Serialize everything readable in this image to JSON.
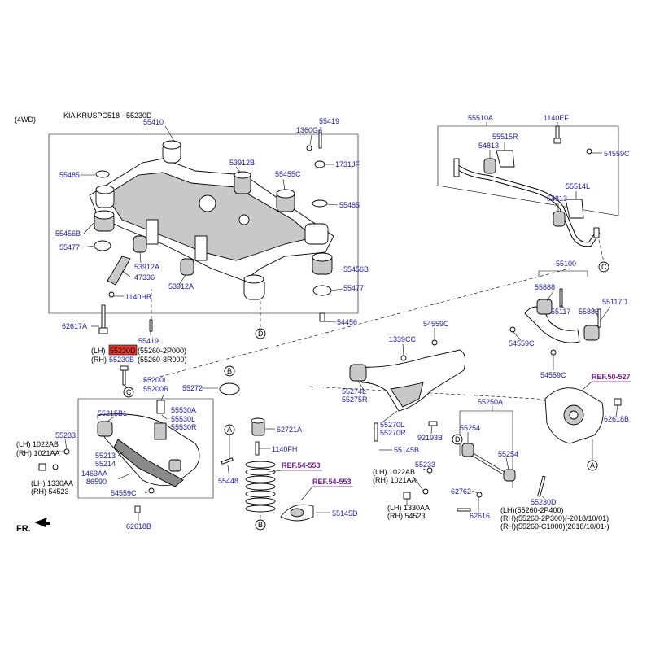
{
  "header": {
    "drive": "(4WD)",
    "title": "KIA KRUSPC518 - 55230D"
  },
  "labels": {
    "l55410": "55410",
    "l55419a": "55419",
    "l1360GJ": "1360GJ",
    "l53912B": "53912B",
    "l1731JF": "1731JF",
    "l55455C": "55455C",
    "l55485a": "55485",
    "l55485b": "55485",
    "l55456Ba": "55456B",
    "l55477a": "55477",
    "l53912Aa": "53912A",
    "l47336": "47336",
    "l53912Ab": "53912A",
    "l55456Bb": "55456B",
    "l55477b": "55477",
    "l1140HB": "1140HB",
    "l62617A": "62617A",
    "l54456": "54456",
    "l55419b": "55419",
    "l55510A": "55510A",
    "l1140EF": "1140EF",
    "l55515R": "55515R",
    "l54813a": "54813",
    "l54559Ca": "54559C",
    "l55514L": "55514L",
    "l54813b": "54813",
    "l55100": "55100",
    "l55888a": "55888",
    "l55117a": "55117",
    "l55888b": "55888",
    "l55117D": "55117D",
    "l54559Cb": "54559C",
    "l54559Cc": "54559C",
    "lh_tag": "(LH)",
    "rh_tag": "(RH)",
    "l55230D_hl": "55230D",
    "l55260_2P000": "(55260-2P000)",
    "l55230B": "55230B",
    "l55260_3R000": "(55260-3R000)",
    "l55200L": "55200L",
    "l55200R": "55200R",
    "l55272": "55272",
    "l55215B1": "55215B1",
    "l55530A": "55530A",
    "l55530L": "55530L",
    "l55530R": "55530R",
    "l55233a": "55233",
    "lh1022AB": "(LH) 1022AB",
    "rh1021AA": "(RH) 1021AA",
    "l55213": "55213",
    "l55214": "55214",
    "l1463AA": "1463AA",
    "l86590": "86590",
    "lh1330AA": "(LH) 1330AA",
    "rh54523": "(RH) 54523",
    "l54559Cd": "54559C",
    "l62618Ba": "62618B",
    "l55448": "55448",
    "l62721A": "62721A",
    "l1140FH": "1140FH",
    "ref54553a": "REF.54-553",
    "ref54553b": "REF.54-553",
    "l55145Da": "55145D",
    "l54559Ce": "54559C",
    "l1339CC": "1339CC",
    "l55274L": "55274L",
    "l55275R": "55275R",
    "l55270L": "55270L",
    "l55270R": "55270R",
    "l92193B": "92193B",
    "l55145B": "55145B",
    "l55233b": "55233",
    "lh1022AB_b": "(LH) 1022AB",
    "rh1021AA_b": "(RH) 1021AA",
    "lh1330AA_b": "(LH) 1330AA",
    "rh54523_b": "(RH) 54523",
    "l55250A": "55250A",
    "l55254a": "55254",
    "l55254b": "55254",
    "l62762": "62762",
    "l62616": "62616",
    "ref50527": "REF.50-527",
    "l62618Bb": "62618B",
    "l55230D": "55230D",
    "lh55260_2P400": "(LH)(55260-2P400)",
    "rh55260_2P300": "(RH)(55260-2P300)(-2018/10/01)",
    "rh55260_C1000": "(RH)(55260-C1000)(2018/10/01-)",
    "fr": "FR."
  },
  "circles": {
    "A": "A",
    "B": "B",
    "C": "C",
    "D": "D"
  },
  "colors": {
    "label_blue": "#1a1aa8",
    "ref_purple": "#7a1a9a",
    "highlight_red": "#e8382c"
  }
}
